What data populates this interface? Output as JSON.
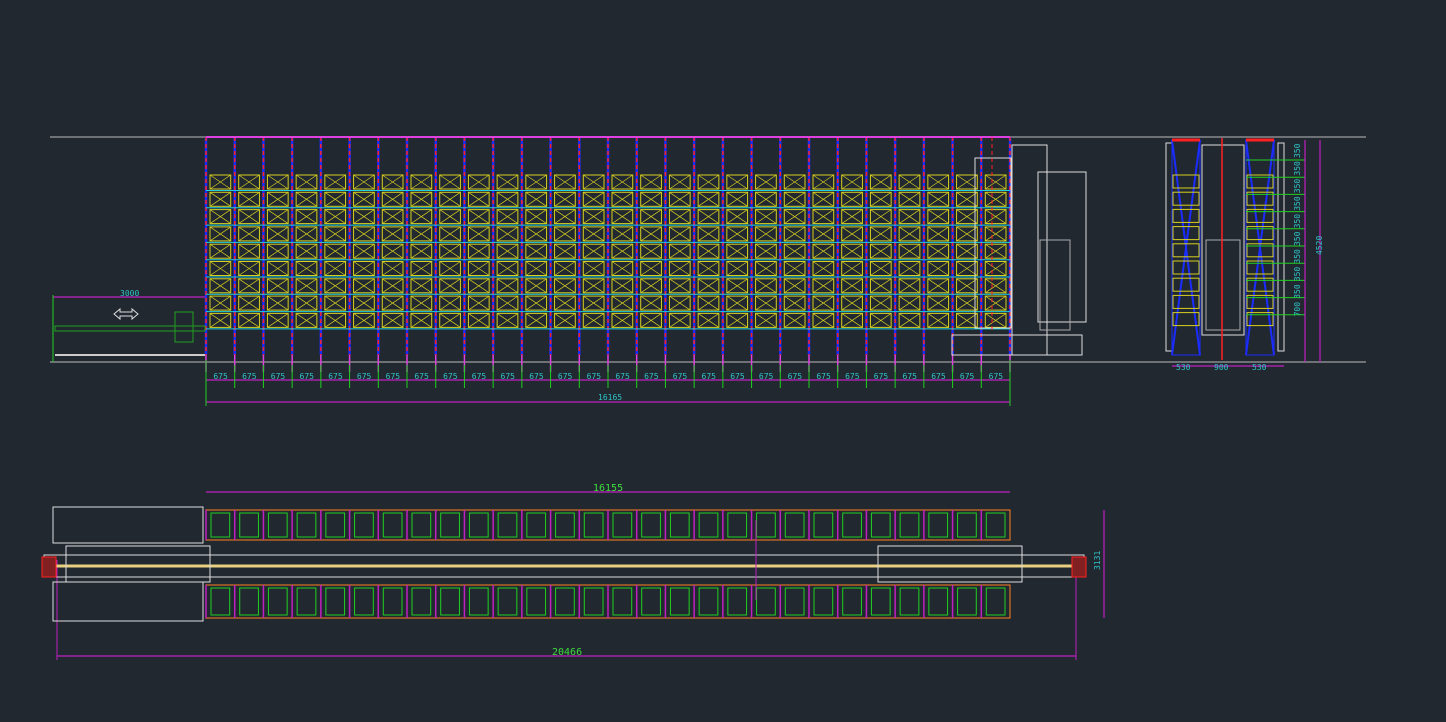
{
  "drawing": {
    "elevation": {
      "bays": 28,
      "levels": 9,
      "bay_width_label": "675",
      "total_length_label": "16165",
      "conveyor_length_label": "3000"
    },
    "side_view": {
      "widths": [
        "530",
        "900",
        "530"
      ],
      "level_labels": [
        "350",
        "350",
        "350",
        "350",
        "350",
        "350",
        "350",
        "350",
        "350",
        "700"
      ],
      "height_label": "4520"
    },
    "plan": {
      "rack_length_label": "16155",
      "overall_length_label": "20466",
      "width_label": "3131"
    },
    "colors": {
      "background": "#212830",
      "upright": "#1a2cff",
      "upright_dash": "#ff2020",
      "pallet": "#d8d020",
      "dimension": "#c020c0",
      "dim_text": "#2fc5c9",
      "extension": "#20d020",
      "outline": "#e8e8e8"
    }
  }
}
